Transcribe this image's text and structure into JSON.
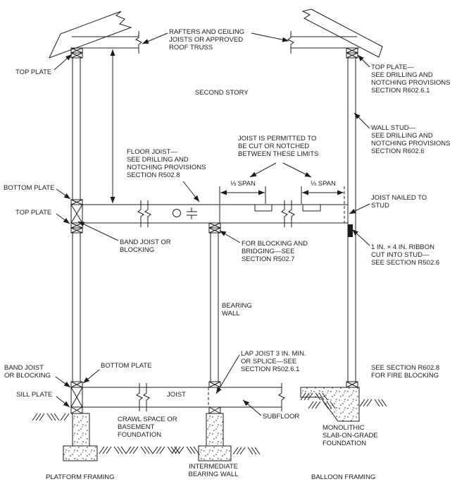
{
  "colors": {
    "line": "#1c1c1c",
    "background": "#ffffff"
  },
  "annotations": {
    "roof": {
      "rafters": "RAFTERS AND CEILING\nJOISTS OR APPROVED\nROOF TRUSS"
    },
    "second_story": {
      "top_plate_left": "TOP PLATE",
      "label": "SECOND STORY",
      "top_plate_right": "TOP PLATE—\nSEE DRILLING AND\nNOTCHING PROVISIONS\nSECTION R602.6.1",
      "wall_stud": "WALL STUD—\nSEE DRILLING AND\nNOTCHING PROVISIONS\nSECTION R602.6"
    },
    "floor": {
      "joist_permitted": "JOIST IS PERMITTED TO\nBE CUT OR NOTCHED\nBETWEEN THESE LIMITS",
      "floor_joist": "FLOOR JOIST—\nSEE DRILLING AND\nNOTCHING PROVISIONS\nSECTION R502.8",
      "span_left": "⅓ SPAN",
      "span_right": "⅓ SPAN",
      "bottom_plate": "BOTTOM PLATE",
      "top_plate": "TOP PLATE",
      "joist_nailed": "JOIST NAILED TO\nSTUD",
      "band_joist": "BAND JOIST OR\nBLOCKING",
      "blocking_bridging": "FOR BLOCKING AND\nBRIDGING—SEE\nSECTION R502.7",
      "ribbon": "1 IN. × 4 IN. RIBBON\nCUT INTO STUD—\nSEE SECTION R502.6"
    },
    "first_story": {
      "bearing_wall": "BEARING\nWALL",
      "band_joist": "BAND JOIST\nOR BLOCKING",
      "bottom_plate": "BOTTOM PLATE",
      "lap_joist": "LAP JOIST 3 IN. MIN.\nOR SPLICE—SEE\nSECTION R502.6.1",
      "fire_blocking": "SEE SECTION R602.8\nFOR FIRE BLOCKING",
      "sill_plate": "SILL PLATE",
      "joist": "JOIST",
      "subfloor": "SUBFLOOR"
    },
    "foundation": {
      "crawl_space": "CRAWL SPACE OR\nBASEMENT\nFOUNDATION",
      "monolithic": "MONOLITHIC\nSLAB-ON-GRADE\nFOUNDATION"
    },
    "captions": {
      "platform": "PLATFORM FRAMING",
      "intermediate": "INTERMEDIATE\nBEARING WALL",
      "balloon": "BALLOON FRAMING"
    }
  }
}
